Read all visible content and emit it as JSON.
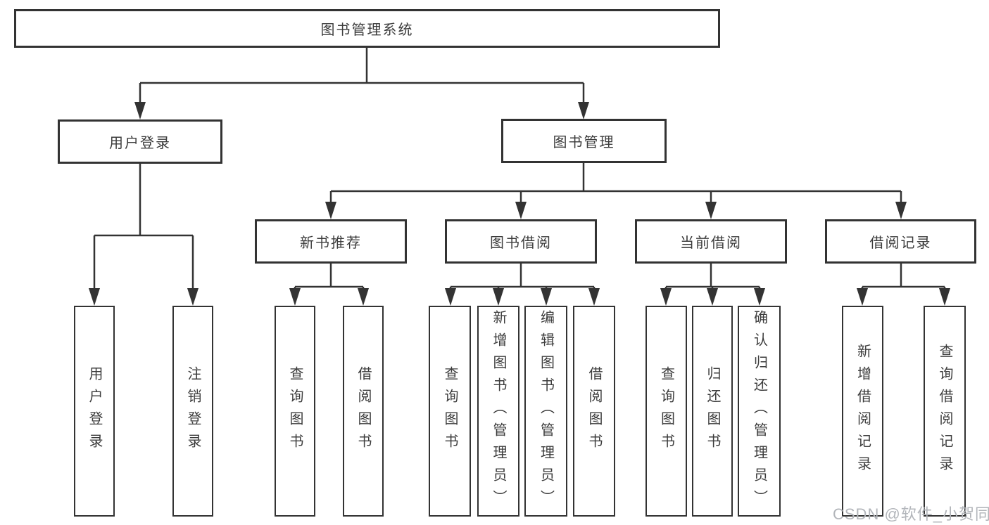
{
  "nodes": {
    "root": "图书管理系统",
    "user_login_branch": "用户登录",
    "book_management_branch": "图书管理",
    "new_book_recommend": "新书推荐",
    "book_borrow": "图书借阅",
    "current_borrow": "当前借阅",
    "borrow_record": "借阅记录",
    "leaf_user_login": "用户登录",
    "leaf_logout": "注销登录",
    "leaf_rec_query_book": "查询图书",
    "leaf_rec_borrow_book": "借阅图书",
    "leaf_bb_query_book": "查询图书",
    "leaf_bb_add_book": "新增图书（管理员）",
    "leaf_bb_edit_book": "编辑图书（管理员）",
    "leaf_bb_borrow_book": "借阅图书",
    "leaf_cb_query_book": "查询图书",
    "leaf_cb_return_book": "归还图书",
    "leaf_cb_confirm_return": "确认归还（管理员）",
    "leaf_br_add_record": "新增借阅记录",
    "leaf_br_query_record": "查询借阅记录"
  },
  "colors": {
    "line": "#333333",
    "text": "#3c3c3c",
    "watermark": "#b2b5ba",
    "background": "#ffffff"
  },
  "watermark": {
    "text": "CSDN @软件_小贺同学"
  }
}
